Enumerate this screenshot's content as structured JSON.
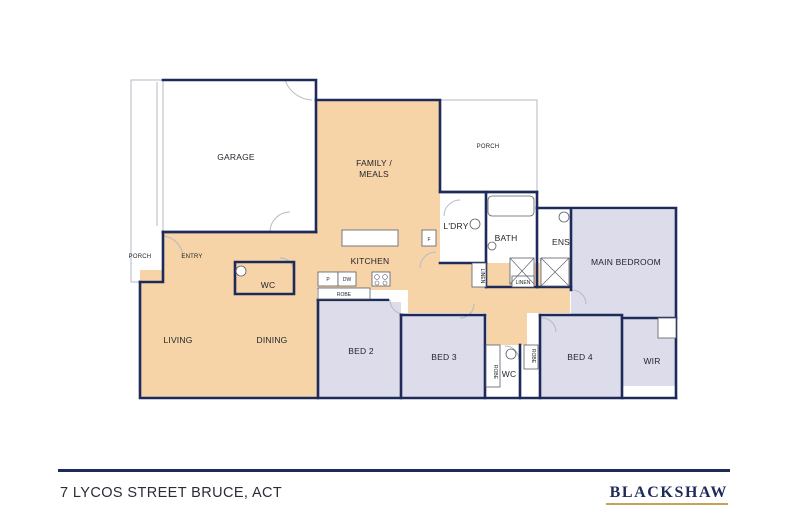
{
  "rooms": {
    "garage": "GARAGE",
    "family_meals_line1": "FAMILY /",
    "family_meals_line2": "MEALS",
    "porch_top": "PORCH",
    "porch_left": "PORCH",
    "entry": "ENTRY",
    "wc_main": "WC",
    "kitchen": "KITCHEN",
    "laundry": "L'DRY",
    "bath": "BATH",
    "ensuite": "ENS",
    "main_bedroom": "MAIN BEDROOM",
    "living": "LIVING",
    "dining": "DINING",
    "bed2": "BED 2",
    "bed3": "BED 3",
    "bed4": "BED 4",
    "wc_small": "WC",
    "wir": "WIR"
  },
  "fixtures": {
    "pantry": "P",
    "dishwasher": "DW",
    "robe_kitchen": "ROBE",
    "fridge": "F",
    "linen_1": "LINEN",
    "linen_2": "LINEN",
    "robe_bed3": "ROBE",
    "robe_bed4": "ROBE"
  },
  "footer": {
    "address": "7 LYCOS STREET BRUCE, ACT",
    "brand": "BLACKSHAW"
  },
  "colors": {
    "wall": "#1e2a5a",
    "living_zone": "#f6d4a8",
    "bedroom_zone": "#dcdcea",
    "accent": "#c9a25a"
  }
}
